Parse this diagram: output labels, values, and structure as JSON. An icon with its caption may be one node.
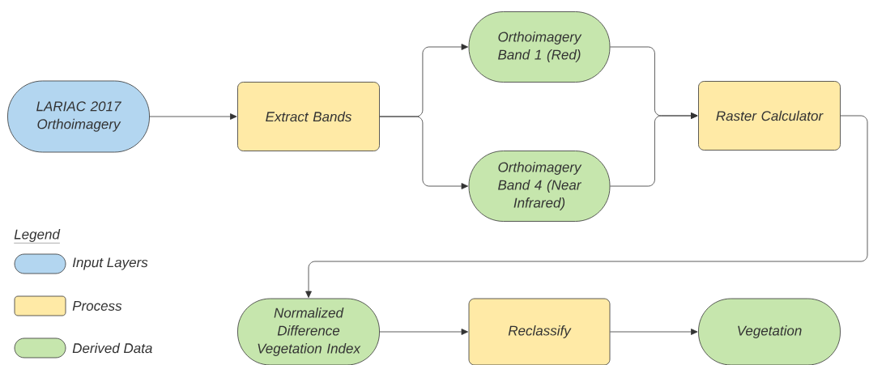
{
  "diagram": {
    "nodes": [
      {
        "text": [
          "LARIAC 2017 Orthoimagery"
        ]
      },
      {
        "text": [
          "Extract Bands"
        ]
      },
      {
        "text": [
          "Orthoimagery Band 1 (Red)"
        ]
      },
      {
        "text": [
          "Orthoimagery Band 4 (Near Infrared)"
        ]
      },
      {
        "text": [
          "Raster Calculator"
        ]
      },
      {
        "text": [
          "Normalized Difference Vegetation Index"
        ]
      },
      {
        "text": [
          "Reclassify"
        ]
      },
      {
        "text": [
          "Vegetation"
        ]
      }
    ],
    "edges": [
      {
        "from": 0,
        "to": 1,
        "arrow": "to"
      },
      {
        "from": 1,
        "to": 2,
        "arrow": "to"
      },
      {
        "from": 1,
        "to": 3,
        "arrow": "to"
      },
      {
        "from": 2,
        "to": 4,
        "arrow": "to"
      },
      {
        "from": 3,
        "to": 4,
        "arrow": "to"
      },
      {
        "from": 4,
        "to": 5,
        "arrow": "to"
      },
      {
        "from": 5,
        "to": 6,
        "arrow": "to"
      },
      {
        "from": 6,
        "to": 7,
        "arrow": "to"
      }
    ],
    "labels": [
      "Legend"
    ],
    "legend": [
      {
        "text": "Input Layers",
        "color": "#b3d6f0"
      },
      {
        "text": "Process",
        "color": "#ffeaa6"
      },
      {
        "text": "Derived Data",
        "color": "#c6e6ad"
      }
    ]
  }
}
